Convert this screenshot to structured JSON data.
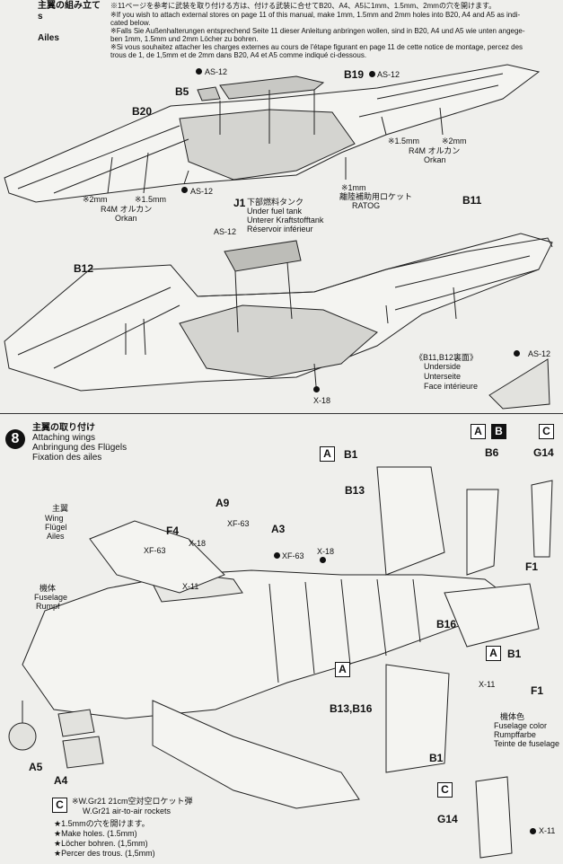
{
  "section_top": {
    "title_lines": [
      "主翼の組み立て",
      "s",
      "Ailes"
    ],
    "note_jp": "※11ページを参考に武装を取り付ける方は、付ける武装に合せてB20、A4、A5に1mm、1.5mm、2mmの穴を開けます。",
    "note_en_1": "※If you wish to attach external stores on page 11 of this manual, make 1mm, 1.5mm and 2mm holes into B20, A4 and A5 as indi-",
    "note_en_2": "cated below.",
    "note_de_1": "※Falls Sie Außenhalterungen entsprechend Seite 11 dieser Anleitung anbringen wollen, sind in B20, A4 und A5 wie unten angege-",
    "note_de_2": "ben 1mm, 1.5mm und 2mm Löcher zu bohren.",
    "note_fr_1": "※Si vous souhaitez attacher les charges externes au cours de l'étape figurant en page 11 de cette notice de montage, percez des",
    "note_fr_2": "trous de 1, de 1,5mm et de 2mm dans B20, A4 et A5 comme indiqué ci-dessous.",
    "parts": {
      "as12_a": "AS-12",
      "b19": "B19",
      "as12_b": "AS-12",
      "b5": "B5",
      "b20": "B20",
      "as12_c": "AS-12",
      "b11": "B11",
      "b12": "B12",
      "as12_d": "AS-12",
      "j1": "J1",
      "x18": "X-18",
      "as12_e": "AS-12"
    },
    "r4m_left": {
      "h2": "※2mm",
      "h15": "※1.5mm",
      "jp": "R4M オルカン",
      "en": "Orkan"
    },
    "r4m_right": {
      "h15": "※1.5mm",
      "h2": "※2mm",
      "jp": "R4M オルカン",
      "en": "Orkan"
    },
    "ratog": {
      "h1": "※1mm",
      "jp": "離陸補助用ロケット",
      "en": "RATOG"
    },
    "fuel": {
      "jp": "下部燃料タンク",
      "en": "Under fuel tank",
      "de": "Unterer Kraftstofftank",
      "fr": "Réservoir inférieur"
    },
    "underside": {
      "jp": "《B11,B12裏面》",
      "en": "Underside",
      "de": "Unterseite",
      "fr": "Face intérieure"
    }
  },
  "section_8": {
    "step_number": "8",
    "title_jp": "主翼の取り付け",
    "title_en": "Attaching wings",
    "title_de": "Anbringung des Flügels",
    "title_fr": "Fixation des ailes",
    "wing": {
      "jp": "主翼",
      "en": "Wing",
      "de": "Flügel",
      "fr": "Ailes"
    },
    "fuselage": {
      "jp": "機体",
      "en": "Fuselage",
      "de": "Rumpf"
    },
    "parts": {
      "a9": "A9",
      "f4": "F4",
      "a3": "A3",
      "xf63_a": "XF-63",
      "xf63_b": "XF-63",
      "xf63_c": "XF-63",
      "x18_a": "X-18",
      "x18_b": "X-18",
      "x11_a": "X-11",
      "a5": "A5",
      "a4": "A4",
      "b1_a": "B1",
      "b13": "B13",
      "b6": "B6",
      "g14_a": "G14",
      "f1_a": "F1",
      "b16": "B16",
      "b1_b": "B1",
      "x11_b": "X-11",
      "f1_b": "F1",
      "b13b16": "B13,B16",
      "b1_c": "B1",
      "g14_b": "G14",
      "x11_c": "X-11"
    },
    "boxes": {
      "a": "A",
      "b": "B",
      "c": "C"
    },
    "fuselage_color": {
      "jp": "機体色",
      "en": "Fuselage color",
      "de": "Rumpffarbe",
      "fr": "Teinte de fuselage"
    },
    "rockets": {
      "jp": "※W.Gr21 21cm空対空ロケット弾",
      "en": "W.Gr21 air-to-air rockets"
    },
    "holes": {
      "jp": "★1.5mmの穴を開けます。",
      "en": "★Make holes. (1.5mm)",
      "de": "★Löcher bohren. (1,5mm)",
      "fr": "★Percer des trous. (1,5mm)"
    }
  },
  "colors": {
    "ink": "#111111",
    "paper": "#efefec",
    "part_fill": "#d4d4d0"
  }
}
